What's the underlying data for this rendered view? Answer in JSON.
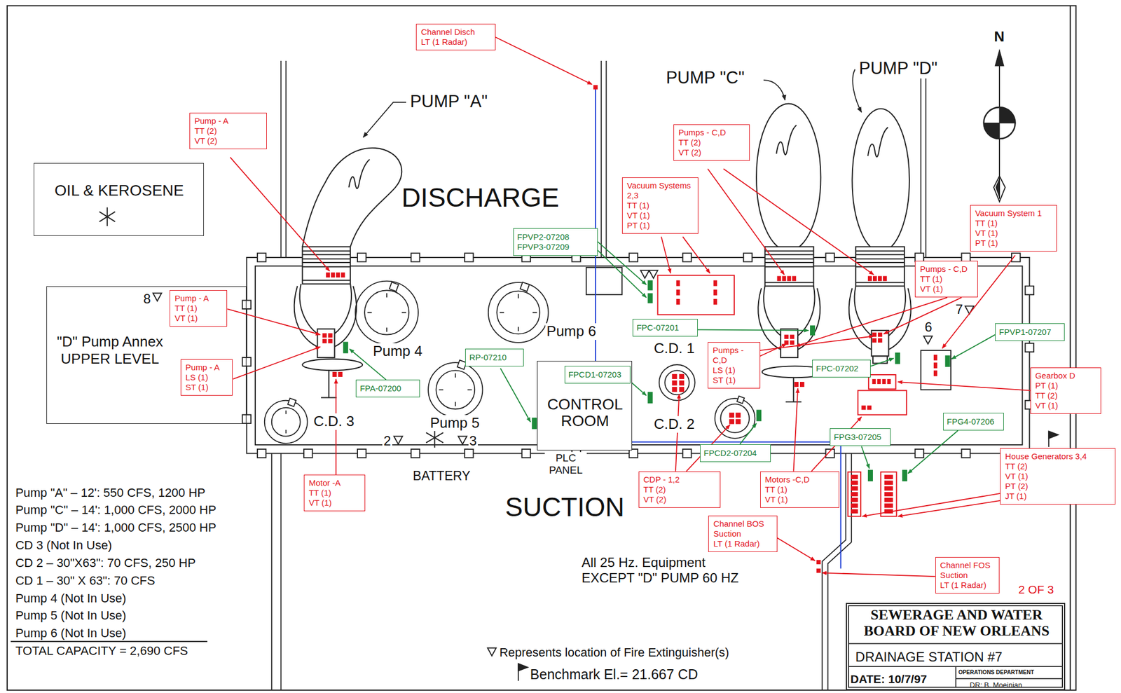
{
  "diagram": {
    "nodes": [
      {
        "text": [
          "Channel Disch",
          "LT (1 Radar)"
        ]
      },
      {
        "text": [
          "Pump - A",
          "TT (2)",
          "VT (2)"
        ]
      },
      {
        "text": [
          "Pumps - C,D",
          "TT (2)",
          "VT (2)"
        ]
      },
      {
        "text": [
          "OIL & KEROSENE"
        ]
      },
      {
        "text": [
          "Vacuum Systems 2,3",
          "TT (1)",
          "VT (1)",
          "PT (1)"
        ]
      },
      {
        "text": [
          "Vacuum System 1",
          "TT (1)",
          "VT (1)",
          "PT (1)"
        ]
      },
      {
        "text": [
          "FPVP2-07208",
          "FPVP3-07209"
        ]
      },
      {
        "text": [
          "Pumps - C,D",
          "TT (1)",
          "VT (1)"
        ]
      },
      {
        "text": [
          "\"D\" Pump Annex",
          "UPPER LEVEL"
        ]
      },
      {
        "text": [
          "Pump - A",
          "TT (1)",
          "VT (1)"
        ],
        "in": 8
      },
      {
        "text": [
          "Pump - A",
          "LS (1)",
          "ST (1)"
        ],
        "in": 8
      },
      {
        "text": [
          "FPC-07201"
        ]
      },
      {
        "text": [
          "FPVP1-07207"
        ]
      },
      {
        "text": [
          "Pumps - C,D",
          "LS (1)",
          "ST (1)"
        ]
      },
      {
        "text": [
          "RP-07210"
        ]
      },
      {
        "text": [
          "FPC-07202"
        ]
      },
      {
        "text": [
          "CONTROL ROOM"
        ]
      },
      {
        "text": [
          "FPCD1-07203"
        ],
        "in": 16
      },
      {
        "text": [
          "Gearbox D",
          "PT (1)",
          "TT (2)",
          "VT (1)"
        ]
      },
      {
        "text": [
          "FPA-07200"
        ]
      },
      {
        "text": [
          "FPG4-07206"
        ]
      },
      {
        "text": [
          "FPG3-07205"
        ]
      },
      {
        "text": [
          "FPCD2-07204"
        ]
      },
      {
        "text": [
          "House Generators 3,4",
          "TT (2)",
          "VT (1)",
          "PT (2)",
          "JT (1)"
        ]
      },
      {
        "text": [
          "CDP - 1,2",
          "TT (2)",
          "VT (2)"
        ]
      },
      {
        "text": [
          "Motors -C,D",
          "TT (1)",
          "VT (1)"
        ]
      },
      {
        "text": [
          "Motor -A",
          "TT (1)",
          "VT (1)"
        ]
      },
      {
        "text": [
          "Channel BOS Suction",
          "LT (1 Radar)"
        ]
      },
      {
        "text": [
          "Channel FOS Suction",
          "LT (1 Radar)"
        ]
      },
      {
        "text": [
          "SEWERAGE AND WATER BOARD OF NEW ORLEANS",
          "DRAINAGE STATION #7",
          "DATE: 10/7/97",
          "OPERATIONS DEPARTMENT",
          "DR: B. Moeinian"
        ]
      }
    ],
    "labels": [
      "PUMP \"A\"",
      "PUMP \"C\"",
      "PUMP \"D\"",
      "N",
      "DISCHARGE",
      "8",
      "Pump 4",
      "Pump 6",
      "7",
      "6",
      "C.D. 1",
      "Pump 5",
      "C.D. 3",
      "C.D. 2",
      "2",
      "3",
      "BATTERY",
      "PLC PANEL",
      "SUCTION",
      "Pump \"A\" – 12': 550 CFS, 1200 HP",
      "Pump \"C\" – 14': 1,000 CFS, 2000 HP",
      "Pump \"D\" – 14': 1,000 CFS, 2500 HP",
      "CD 3 (Not In Use)",
      "CD 2 – 30\"X63\": 70 CFS, 250 HP",
      "CD 1 – 30\" X 63\": 70 CFS",
      "Pump 4 (Not In Use)",
      "Pump 5 (Not In Use)",
      "Pump 6 (Not In Use)",
      "TOTAL CAPACITY = 2,690 CFS",
      "All 25 Hz. Equipment EXCEPT \"D\" PUMP 60 HZ",
      "2 OF 3",
      "Represents location of Fire Extinguisher(s)",
      "Benchmark El.= 21.667 CD"
    ]
  }
}
